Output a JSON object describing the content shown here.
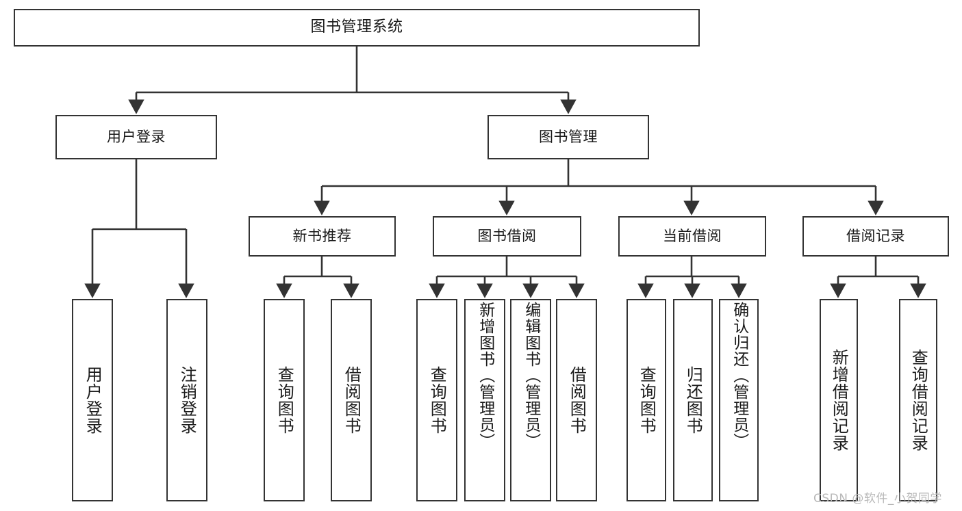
{
  "diagram": {
    "title": "图书管理系统",
    "type": "tree",
    "stroke_color": "#333333",
    "background_color": "#ffffff",
    "text_color": "#1a1a1a"
  },
  "nodes": {
    "root": {
      "label": "图书管理系统"
    },
    "level1": [
      {
        "label": "用户登录"
      },
      {
        "label": "图书管理"
      }
    ],
    "level2": [
      {
        "label": "新书推荐"
      },
      {
        "label": "图书借阅"
      },
      {
        "label": "当前借阅"
      },
      {
        "label": "借阅记录"
      }
    ],
    "leaves": {
      "user_login": [
        {
          "label": "用户登录"
        },
        {
          "label": "注销登录"
        }
      ],
      "new_book": [
        {
          "label": "查询图书"
        },
        {
          "label": "借阅图书"
        }
      ],
      "book_borrow": [
        {
          "label": "查询图书"
        },
        {
          "label": "新增图书（管理员）"
        },
        {
          "label": "编辑图书（管理员）"
        },
        {
          "label": "借阅图书"
        }
      ],
      "current_borrow": [
        {
          "label": "查询图书"
        },
        {
          "label": "归还图书"
        },
        {
          "label": "确认归还（管理员）"
        }
      ],
      "borrow_record": [
        {
          "label": "新增借阅记录"
        },
        {
          "label": "查询借阅记录"
        }
      ]
    }
  },
  "watermark": {
    "text": "CSDN @软件_小贺同学"
  }
}
